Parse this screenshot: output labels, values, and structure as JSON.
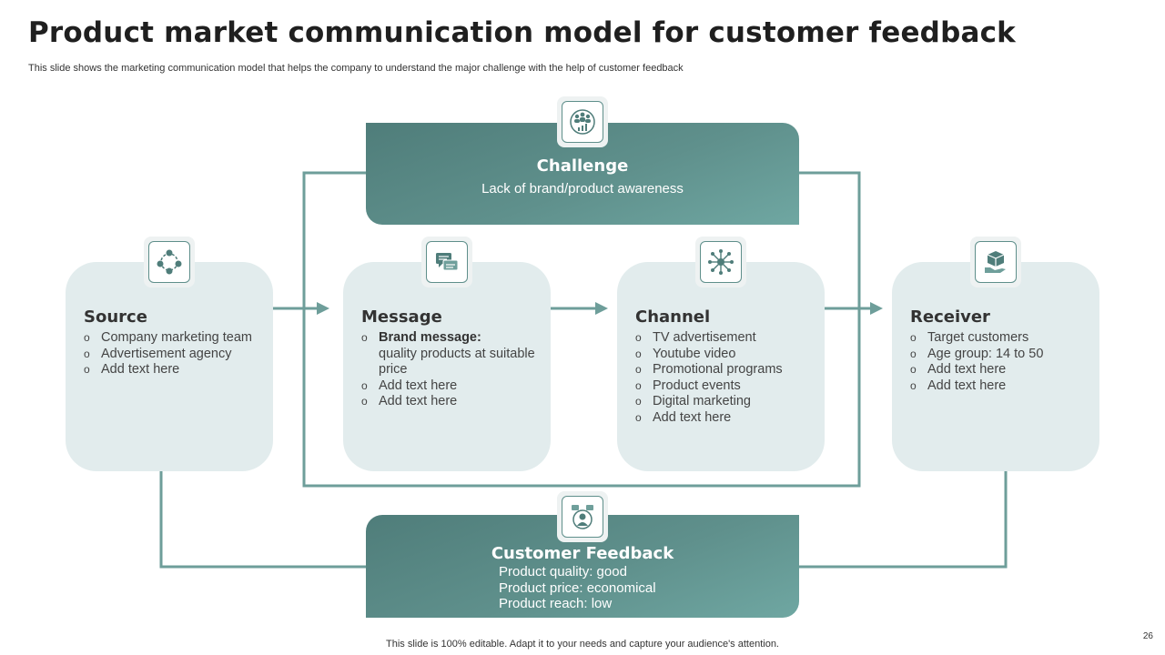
{
  "title": "Product market communication model for customer feedback",
  "subtitle": "This slide shows the marketing communication model that helps the company to understand the major challenge with the help of customer feedback",
  "challenge": {
    "title": "Challenge",
    "text": "Lack of brand/product awareness",
    "icon": "team-growth-icon"
  },
  "cards": [
    {
      "title": "Source",
      "icon": "network-exchange-icon",
      "items": [
        "Company marketing team",
        "Advertisement agency",
        "Add text here"
      ]
    },
    {
      "title": "Message",
      "icon": "chat-bubbles-icon",
      "items_bold_label": "Brand message:",
      "items_bold_rest": "quality products at suitable price",
      "items": [
        "Add text here",
        "Add text here"
      ]
    },
    {
      "title": "Channel",
      "icon": "hub-nodes-icon",
      "items": [
        "TV advertisement",
        "Youtube video",
        "Promotional programs",
        "Product events",
        "Digital marketing",
        "Add text here"
      ]
    },
    {
      "title": "Receiver",
      "icon": "hand-box-icon",
      "items": [
        "Target customers",
        "Age group:  14 to 50",
        "Add text here",
        "Add text here"
      ]
    }
  ],
  "feedback": {
    "title": "Customer Feedback",
    "icon": "customer-review-icon",
    "lines": [
      "Product quality:  good",
      "Product price:  economical",
      "Product reach:  low"
    ]
  },
  "footer": "This slide is 100% editable. Adapt it to your needs and capture your audience's attention.",
  "page_number": "26",
  "colors": {
    "accent": "#5f908c",
    "card": "#e2eced",
    "line": "#6e9e9a"
  }
}
